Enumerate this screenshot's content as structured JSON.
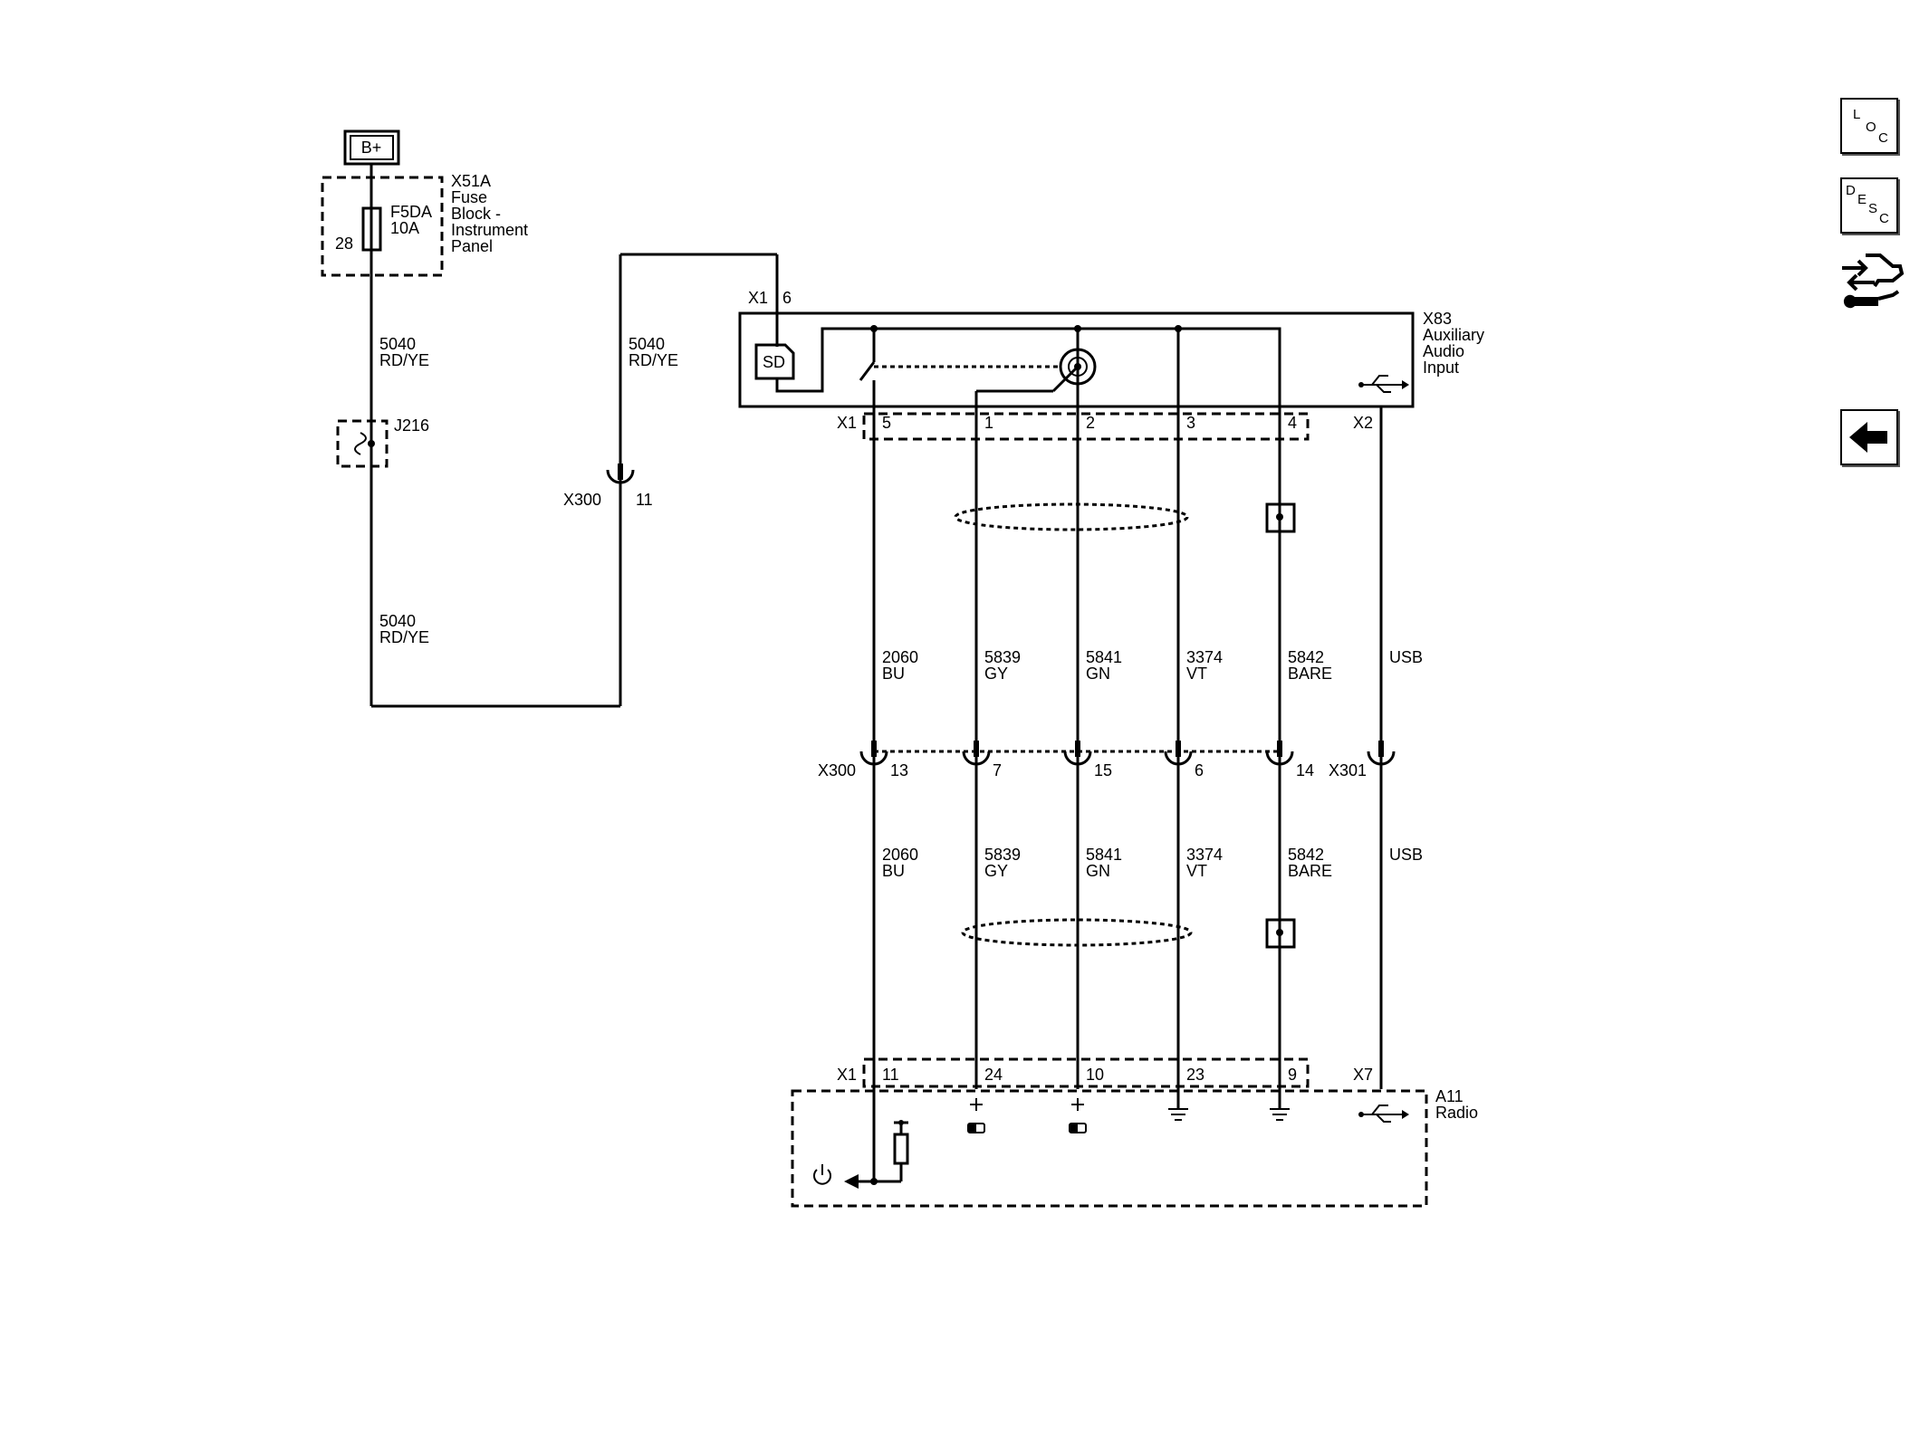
{
  "source": {
    "label": "B+",
    "fuse_block": [
      "X51A",
      "Fuse",
      "Block -",
      "Instrument",
      "Panel"
    ],
    "fuse_name": "F5DA",
    "fuse_rating": "10A",
    "fuse_pin": "28"
  },
  "wires": {
    "feed_upper": [
      "5040",
      "RD/YE"
    ],
    "feed_lower": [
      "5040",
      "RD/YE"
    ],
    "feed_right": [
      "5040",
      "RD/YE"
    ],
    "splice": "J216",
    "inline_conn": "X300",
    "inline_pin": "11"
  },
  "aux_input": {
    "name": [
      "X83",
      "Auxiliary",
      "Audio",
      "Input"
    ],
    "top_conn": "X1",
    "top_pin": "6",
    "sd_label": "SD",
    "bottom_conn": "X1",
    "pins": [
      "5",
      "1",
      "2",
      "3",
      "4"
    ],
    "usb_conn": "X2"
  },
  "harness": {
    "circuits": [
      {
        "num": "2060",
        "color": "BU"
      },
      {
        "num": "5839",
        "color": "GY"
      },
      {
        "num": "5841",
        "color": "GN"
      },
      {
        "num": "3374",
        "color": "VT"
      },
      {
        "num": "5842",
        "color": "BARE"
      }
    ],
    "usb_label": "USB",
    "mid_conn": "X300",
    "mid_pins": [
      "13",
      "7",
      "15",
      "6",
      "14"
    ],
    "usb_mid_conn": "X301"
  },
  "radio": {
    "name": [
      "A11",
      "Radio"
    ],
    "conn": "X1",
    "pins": [
      "11",
      "24",
      "10",
      "23",
      "9"
    ],
    "usb_conn": "X7"
  },
  "nav": {
    "loc": [
      "L",
      "O",
      "C"
    ],
    "desc": [
      "D",
      "E",
      "S",
      "C"
    ]
  }
}
